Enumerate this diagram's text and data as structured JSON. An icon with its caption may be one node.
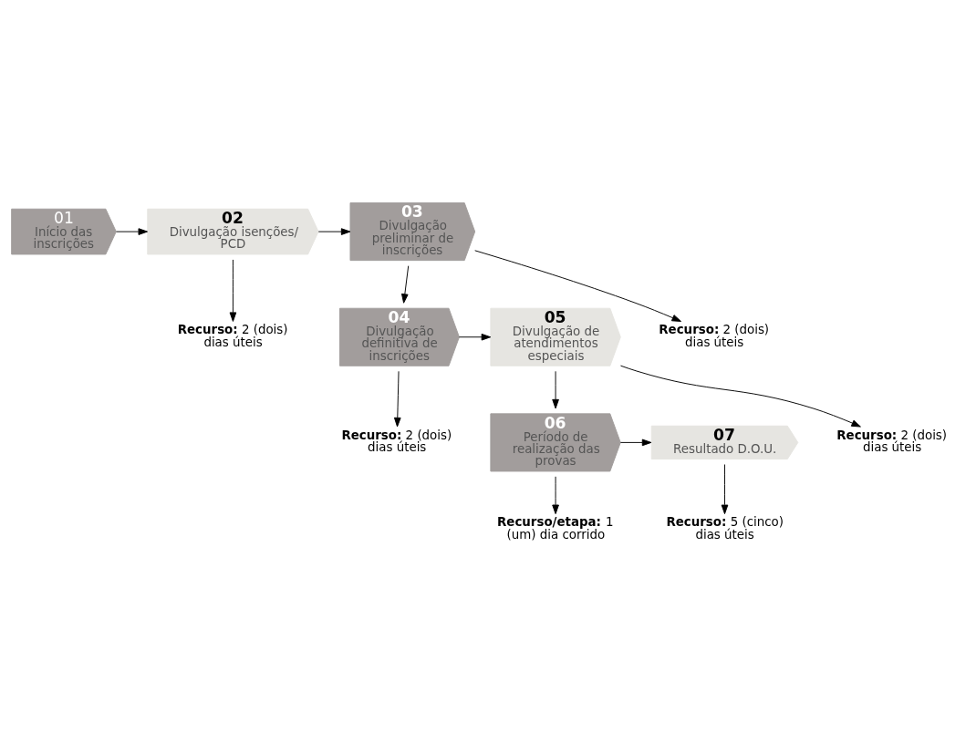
{
  "diagram": {
    "nodes": [
      {
        "text": [
          "01",
          "Início das inscrições"
        ]
      },
      {
        "text": [
          "02",
          "Divulgação isenções/ PCD"
        ]
      },
      {
        "text": [
          "03",
          "Divulgação preliminar de inscrições"
        ]
      },
      {
        "text": [
          "04",
          "Divulgação definitiva de inscrições"
        ]
      },
      {
        "text": [
          "05",
          "Divulgação de atendimentos especiais"
        ]
      },
      {
        "text": [
          "06",
          "Período de realização das provas"
        ]
      },
      {
        "text": [
          "07",
          "Resultado D.O.U."
        ]
      },
      {
        "text": [
          "**Recurso:** 2 (dois) dias úteis"
        ]
      },
      {
        "text": [
          "**Recurso:** 2 (dois) dias úteis"
        ]
      },
      {
        "text": [
          "**Recurso:** 2 (dois) dias úteis"
        ]
      },
      {
        "text": [
          "**Recurso:** 2 (dois) dias úteis"
        ]
      },
      {
        "text": [
          "**Recurso/etapa:** 1 (um) dia corrido"
        ]
      },
      {
        "text": [
          "**Recurso:** 5 (cinco) dias úteis"
        ]
      }
    ],
    "edges": [
      {
        "from": 0,
        "to": 1,
        "arrow": "to"
      },
      {
        "from": 1,
        "to": 2,
        "arrow": "to"
      },
      {
        "from": 2,
        "to": 3,
        "arrow": "to"
      },
      {
        "from": 3,
        "to": 4,
        "arrow": "to"
      },
      {
        "from": 4,
        "to": 5,
        "arrow": "to"
      },
      {
        "from": 5,
        "to": 6,
        "arrow": "to"
      },
      {
        "from": 1,
        "to": 7,
        "arrow": "to"
      },
      {
        "from": 2,
        "to": 8,
        "arrow": "to"
      },
      {
        "from": 3,
        "to": 9,
        "arrow": "to"
      },
      {
        "from": 4,
        "to": 10,
        "arrow": "to"
      },
      {
        "from": 5,
        "to": 11,
        "arrow": "to"
      },
      {
        "from": 6,
        "to": 12,
        "arrow": "to"
      }
    ]
  }
}
